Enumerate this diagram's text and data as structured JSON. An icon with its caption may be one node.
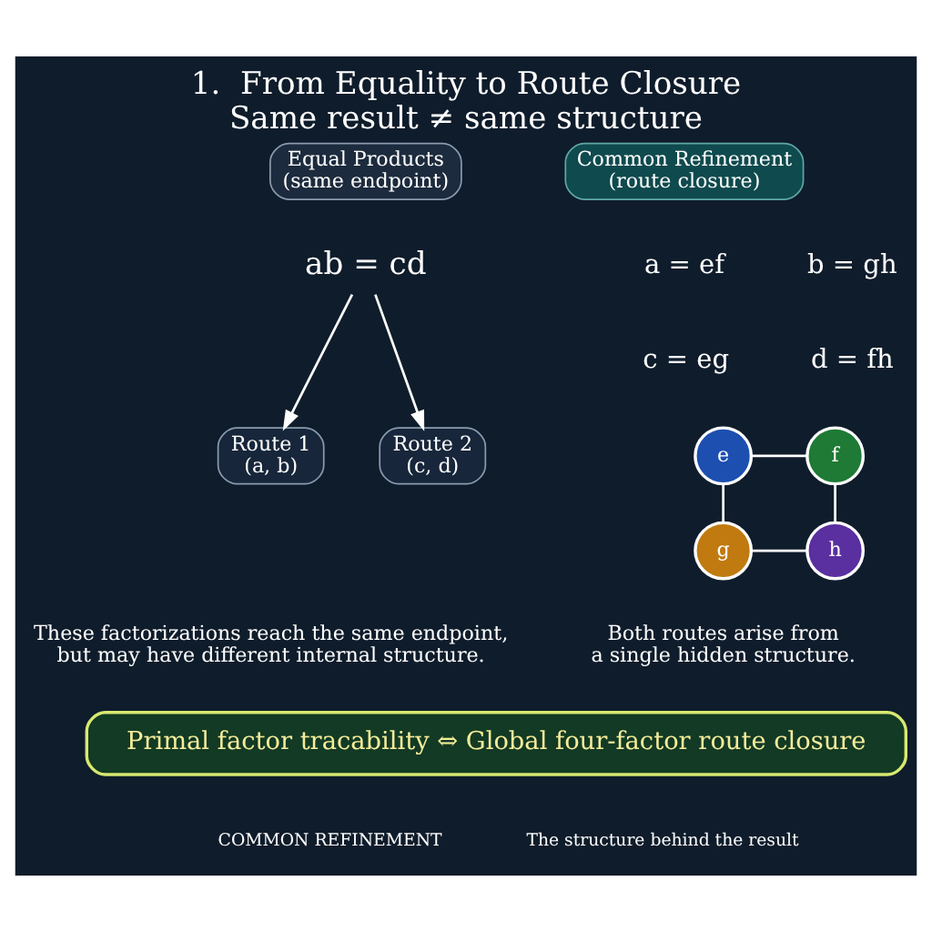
{
  "diagram": {
    "title": "1.  From Equality to Route Closure",
    "caption": "Same result ≠ same structure",
    "nodes": [
      {
        "text": [
          "Equal Products",
          "(same endpoint)"
        ]
      },
      {
        "text": [
          "ab = cd"
        ]
      },
      {
        "text": [
          "Route 1",
          "(a, b)"
        ]
      },
      {
        "text": [
          "Route 2",
          "(c, d)"
        ]
      },
      {
        "text": [
          "Common Refinement",
          "(route closure)"
        ]
      },
      {
        "text": [
          "e"
        ]
      },
      {
        "text": [
          "f"
        ]
      },
      {
        "text": [
          "g"
        ]
      },
      {
        "text": [
          "h"
        ]
      },
      {
        "text": [
          "Primal factor tracability ⇔ Global four-factor route closure"
        ]
      }
    ],
    "edges": [
      {
        "from": 1,
        "to": 2,
        "arrow": "to"
      },
      {
        "from": 1,
        "to": 3,
        "arrow": "to"
      },
      {
        "from": 5,
        "to": 6,
        "arrow": "none"
      },
      {
        "from": 5,
        "to": 7,
        "arrow": "none"
      },
      {
        "from": 6,
        "to": 8,
        "arrow": "none"
      },
      {
        "from": 7,
        "to": 8,
        "arrow": "none"
      }
    ],
    "labels": [
      "a = ef",
      "b = gh",
      "c = eg",
      "d = fh",
      "These factorizations reach the same endpoint, but may have different internal structure.",
      "Both routes arise from a single hidden structure.",
      "COMMON REFINEMENT",
      "The structure behind the result"
    ]
  }
}
